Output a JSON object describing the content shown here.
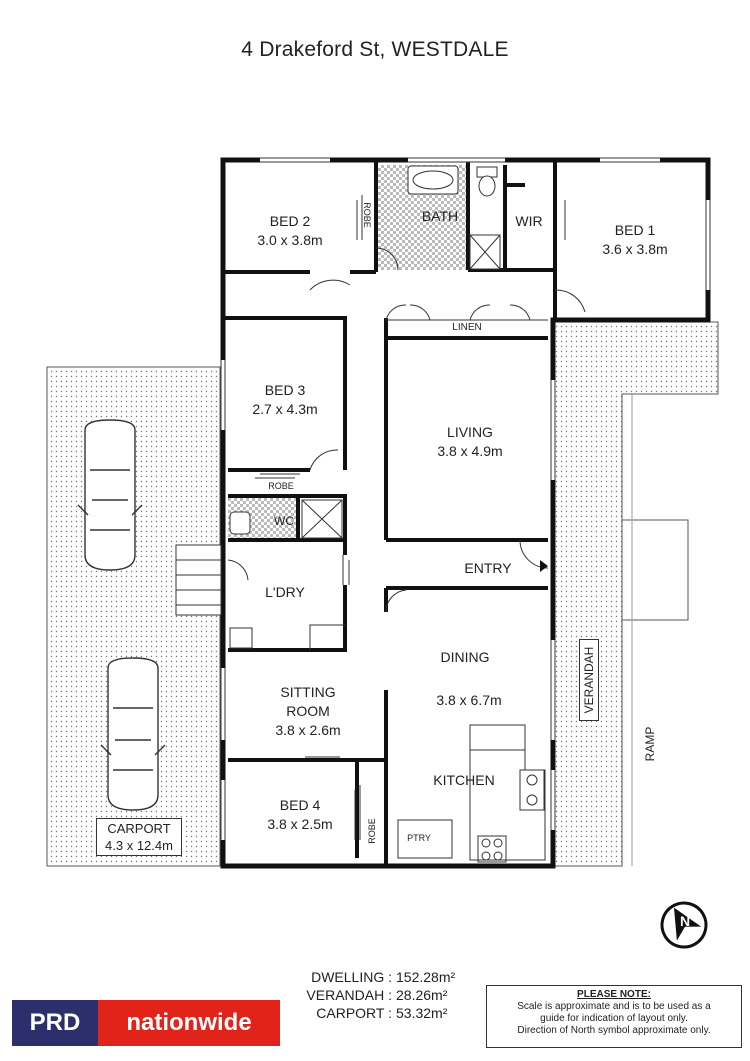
{
  "title": "4 Drakeford St, WESTDALE",
  "rooms": {
    "bed2": {
      "name": "BED 2",
      "size": "3.0 x 3.8m"
    },
    "bath": {
      "name": "BATH"
    },
    "wir": {
      "name": "WIR"
    },
    "bed1": {
      "name": "BED 1",
      "size": "3.6 x 3.8m"
    },
    "linen": {
      "name": "LINEN"
    },
    "bed3": {
      "name": "BED 3",
      "size": "2.7 x 4.3m"
    },
    "living": {
      "name": "LIVING",
      "size": "3.8 x 4.9m"
    },
    "robe_bed3": {
      "name": "ROBE"
    },
    "robe_bed2": {
      "name": "ROBE"
    },
    "robe_bed4": {
      "name": "ROBE"
    },
    "wc": {
      "name": "WC"
    },
    "entry": {
      "name": "ENTRY"
    },
    "laundry": {
      "name": "L'DRY"
    },
    "dining": {
      "name": "DINING",
      "size": "3.8 x 6.7m"
    },
    "sitting": {
      "name": "SITTING",
      "name2": "ROOM",
      "size": "3.8 x 2.6m"
    },
    "kitchen": {
      "name": "KITCHEN"
    },
    "pantry": {
      "name": "PTRY"
    },
    "bed4": {
      "name": "BED 4",
      "size": "3.8 x 2.5m"
    },
    "verandah": {
      "name": "VERANDAH"
    },
    "ramp": {
      "name": "RAMP"
    },
    "carport": {
      "name": "CARPORT",
      "size": "4.3 x 12.4m"
    }
  },
  "areas": [
    {
      "label": "DWELLING :",
      "value": "152.28m²"
    },
    {
      "label": "VERANDAH :",
      "value": "28.26m²"
    },
    {
      "label": "CARPORT :",
      "value": "53.32m²"
    }
  ],
  "note": {
    "heading": "PLEASE NOTE:",
    "line1": "Scale is approximate and is to be used as a",
    "line2": "guide for indication of layout only.",
    "line3": "Direction of North symbol approximate only."
  },
  "logo": {
    "part1": "PRD",
    "part2": "nationwide",
    "color1": "#2b2f6b",
    "color2": "#e2231a"
  },
  "compass": {
    "letter": "N",
    "icon": "north-arrow-icon"
  }
}
